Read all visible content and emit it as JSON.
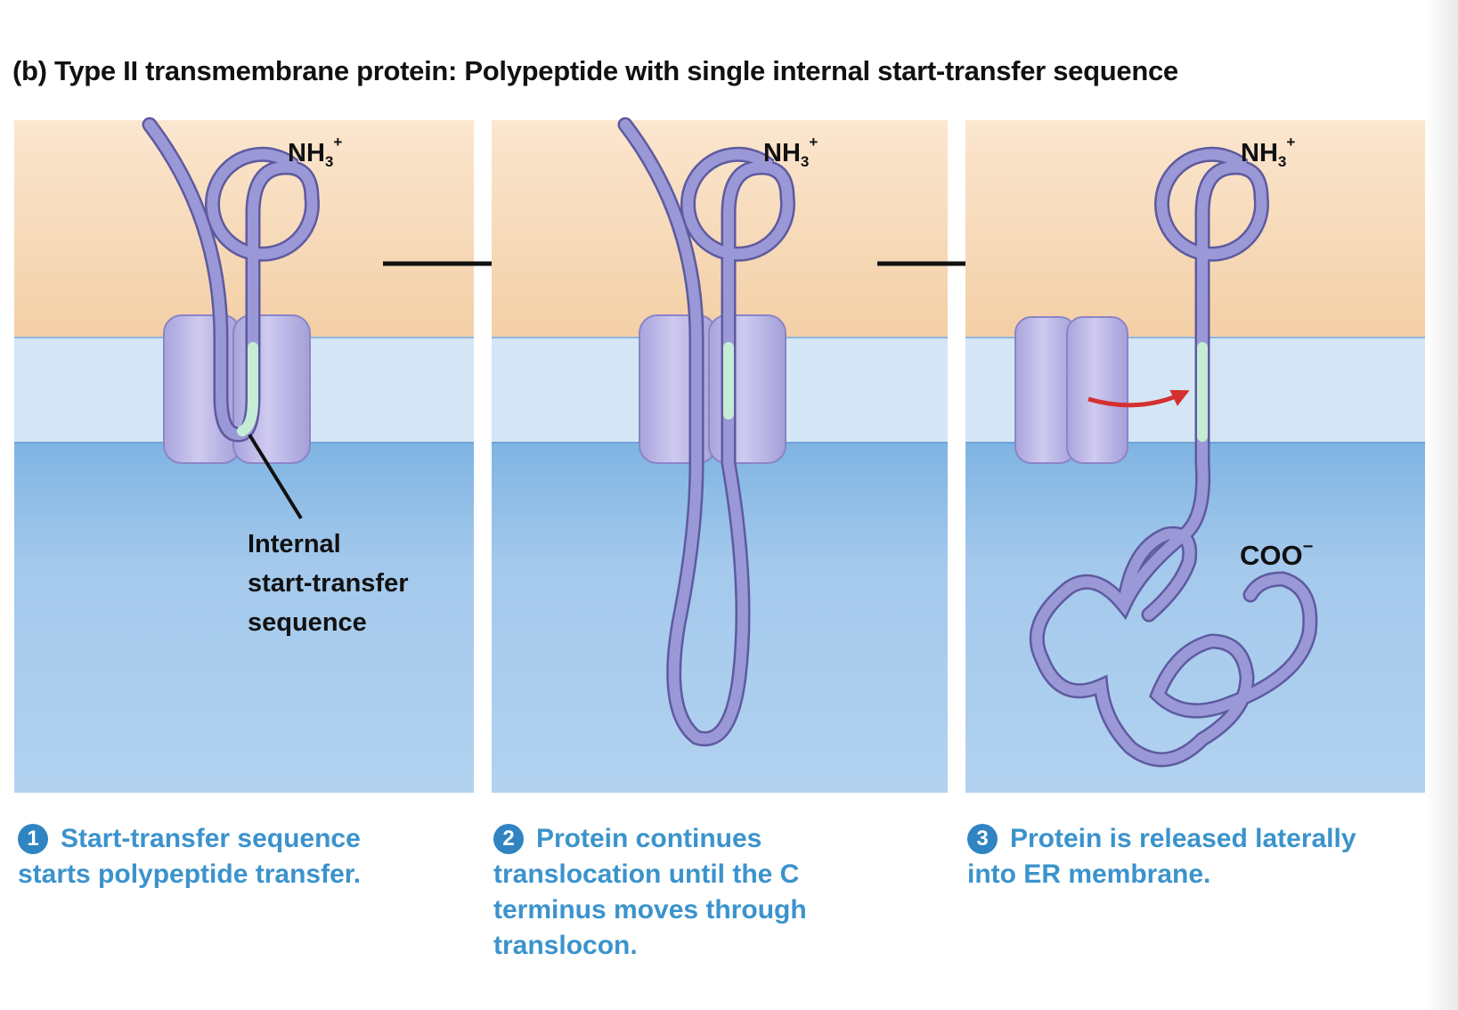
{
  "title": "(b) Type II transmembrane protein: Polypeptide with single internal start-transfer sequence",
  "colors": {
    "lumen": "#f5dcc0",
    "membrane": "#d4e6f5",
    "cytosol": "#a9cdee",
    "protein": "#9a98d6",
    "translocon": "#c3bfe6",
    "start_transfer_segment": "#c5ecd4",
    "step_number": "#2f84c1",
    "caption_text": "#3b93cc",
    "release_arrow": "#d43030"
  },
  "labels": {
    "n_terminus": "NH",
    "n_terminus_sub": "3",
    "n_terminus_sup": "+",
    "c_terminus": "COO",
    "c_terminus_sup": "−",
    "internal_label_line1": "Internal",
    "internal_label_line2": "start-transfer",
    "internal_label_line3": "sequence"
  },
  "steps": [
    {
      "number": "1",
      "lines": [
        "Start-transfer sequence",
        "starts polypeptide transfer."
      ]
    },
    {
      "number": "2",
      "lines": [
        "Protein continues",
        "translocation until the C",
        "terminus moves through",
        "translocon."
      ]
    },
    {
      "number": "3",
      "lines": [
        "Protein is released laterally",
        "into ER membrane."
      ]
    }
  ]
}
